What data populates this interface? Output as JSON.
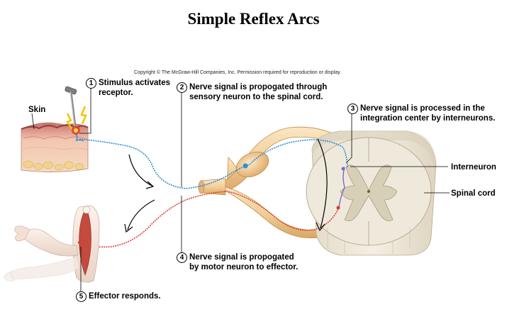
{
  "title": "Simple Reflex Arcs",
  "copyright": "Copyright © The McGraw-Hill Companies, Inc. Permission required for reproduction or display.",
  "labels": {
    "skin": "Skin",
    "interneuron": "Interneuron",
    "spinal_cord": "Spinal cord"
  },
  "steps": [
    {
      "number": "1",
      "text": "Stimulus activates\nreceptor."
    },
    {
      "number": "2",
      "text": "Nerve signal is propogated through\nsensory neuron to the spinal cord."
    },
    {
      "number": "3",
      "text": "Nerve signal is processed in the\nintegration center by interneurons."
    },
    {
      "number": "4",
      "text": "Nerve signal is propogated\nby motor neuron to effector."
    },
    {
      "number": "5",
      "text": "Effector responds."
    }
  ],
  "colors": {
    "sensory_neuron": "#2d8fd5",
    "motor_neuron": "#d63a2f",
    "nerve_sheath": "#f2cf9a",
    "gray_matter": "#d8cfb8",
    "white_matter": "#efe9dc"
  }
}
